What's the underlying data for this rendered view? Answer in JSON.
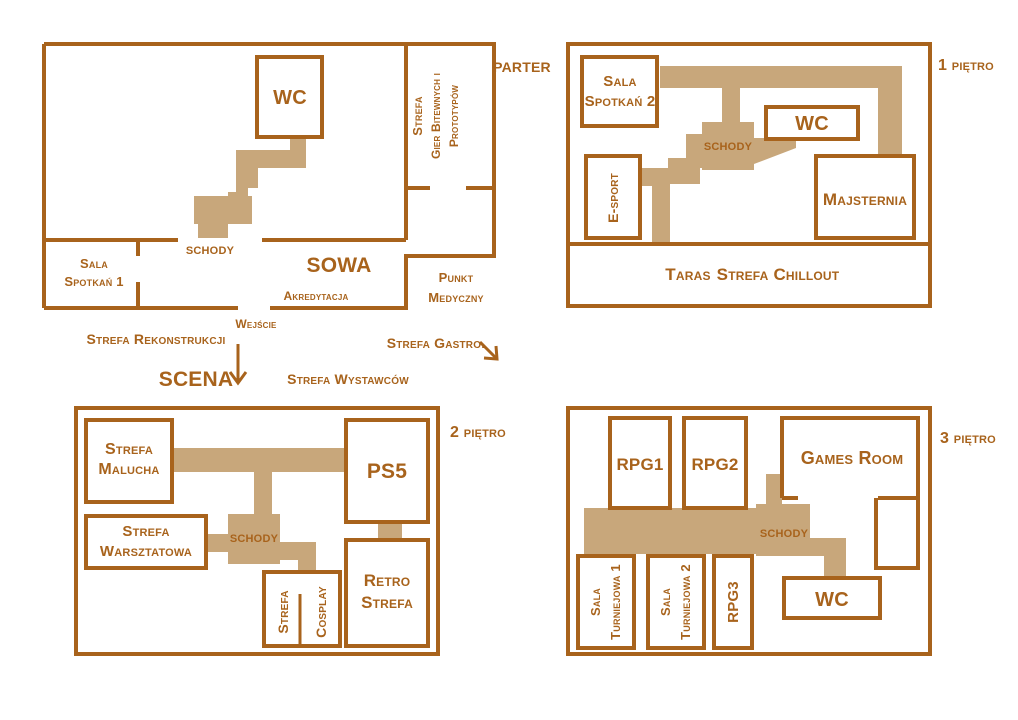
{
  "floors": {
    "parter": {
      "title": "PARTER",
      "rooms": {
        "wc": "WC",
        "strefa_gier_l1": "Strefa",
        "strefa_gier_l2": "Gier Bitewnych i",
        "strefa_gier_l3": "Prototypów",
        "sala_spotkan_1_l1": "Sala",
        "sala_spotkan_1_l2": "Spotkań 1",
        "schody": "SCHODY",
        "sowa": "SOWA",
        "akredytacja": "Akredytacja",
        "punkt_medyczny_l1": "Punkt",
        "punkt_medyczny_l2": "Medyczny",
        "wejscie": "Wejście"
      },
      "outside": {
        "strefa_rekonstrukcji": "Strefa Rekonstrukcji",
        "scena": "SCENA",
        "strefa_wystawcow": "Strefa Wystawców",
        "strefa_gastro": "Strefa Gastro."
      }
    },
    "pietro1": {
      "title": "1 piętro",
      "rooms": {
        "sala_spotkan_2_l1": "Sala",
        "sala_spotkan_2_l2": "Spotkań 2",
        "schody": "SCHODY",
        "wc": "WC",
        "esport": "E-sport",
        "majsternia": "Majsternia",
        "taras": "Taras",
        "strefa_chillout": "Strefa Chillout"
      }
    },
    "pietro2": {
      "title": "2 piętro",
      "rooms": {
        "strefa_malucha_l1": "Strefa",
        "strefa_malucha_l2": "Malucha",
        "ps5": "PS5",
        "strefa_warsztatowa_l1": "Strefa",
        "strefa_warsztatowa_l2": "Warsztatowa",
        "schody": "SCHODY",
        "strefa_cosplay_l1": "Strefa",
        "strefa_cosplay_l2": "Cosplay",
        "retro_strefa_l1": "Retro",
        "retro_strefa_l2": "Strefa"
      }
    },
    "pietro3": {
      "title": "3 piętro",
      "rooms": {
        "rpg1": "RPG1",
        "rpg2": "RPG2",
        "games_room": "Games Room",
        "schody": "SCHODY",
        "sala_turniejowa_1_l1": "Sala",
        "sala_turniejowa_1_l2": "Turniejowa 1",
        "sala_turniejowa_2_l1": "Sala",
        "sala_turniejowa_2_l2": "Turniejowa 2",
        "rpg3": "RPG3",
        "wc": "WC"
      }
    }
  },
  "colors": {
    "wall": "#a8631c",
    "path": "#c8a77b",
    "background": "#ffffff"
  }
}
